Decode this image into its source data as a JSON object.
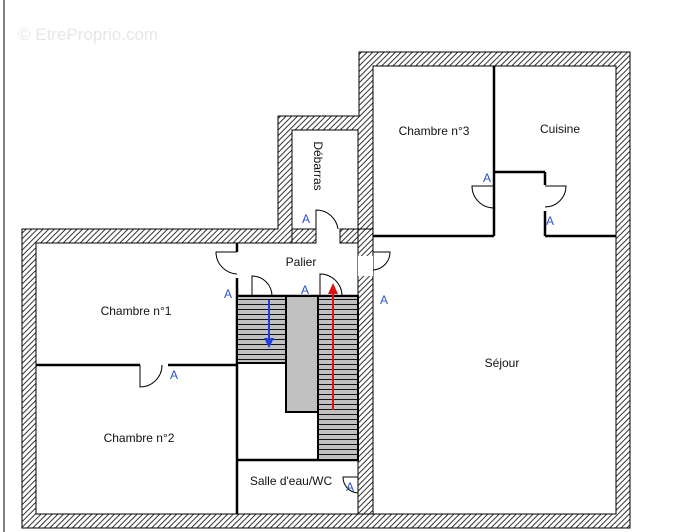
{
  "watermark": "© EtreProprio.com",
  "rooms": {
    "chambre1": "Chambre n°1",
    "chambre2": "Chambre n°2",
    "chambre3": "Chambre n°3",
    "cuisine": "Cuisine",
    "sejour": "Séjour",
    "palier": "Palier",
    "debarras": "Débarras",
    "salle_eau": "Salle d'eau/WC"
  },
  "door_marker": "A",
  "stairs": {
    "down_arrow_color": "#1f3fe0",
    "up_arrow_color": "#e01010"
  }
}
